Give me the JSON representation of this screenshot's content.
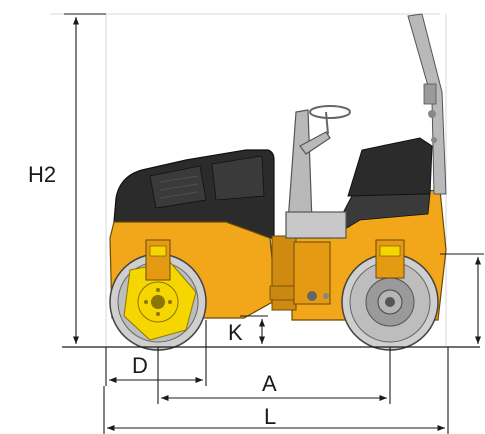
{
  "dimensions": {
    "h2": "H2",
    "k": "K",
    "d": "D",
    "a": "A",
    "l": "L"
  },
  "colors": {
    "body_yellow": "#f2a71b",
    "body_yellow_dark": "#d08a10",
    "cab_black": "#2b2b2b",
    "drum_grey": "#cfcfcf",
    "drum_dark": "#8f8f8f",
    "hub_yellow": "#f5d600",
    "frame_grey": "#b9b9b9",
    "line": "#1a1a1a"
  }
}
